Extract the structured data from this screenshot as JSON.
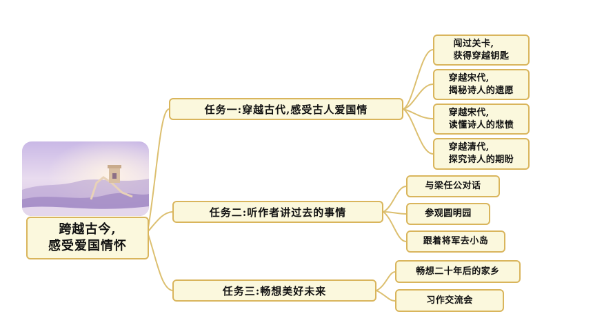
{
  "root": {
    "line1": "跨越古今,",
    "line2": "感受爱国情怀"
  },
  "tasks": [
    {
      "label": "任务一:穿越古代,感受古人爱国情",
      "items": [
        {
          "line1": "闯过关卡,",
          "line2": "获得穿越钥匙"
        },
        {
          "line1": "穿越宋代,",
          "line2": "揭秘诗人的遗愿"
        },
        {
          "line1": "穿越宋代,",
          "line2": "读懂诗人的悲愤"
        },
        {
          "line1": "穿越清代,",
          "line2": "探究诗人的期盼"
        }
      ]
    },
    {
      "label": "任务二:听作者讲过去的事情",
      "items": [
        {
          "line1": "与梁任公对话"
        },
        {
          "line1": "参观圆明园"
        },
        {
          "line1": "跟着将军去小岛"
        }
      ]
    },
    {
      "label": "任务三:畅想美好未来",
      "items": [
        {
          "line1": "畅想二十年后的家乡"
        },
        {
          "line1": "习作交流会"
        }
      ]
    }
  ],
  "colors": {
    "node_fill": "#fbf8dd",
    "node_border": "#d9b55c",
    "connector": "#dcbf6f"
  }
}
